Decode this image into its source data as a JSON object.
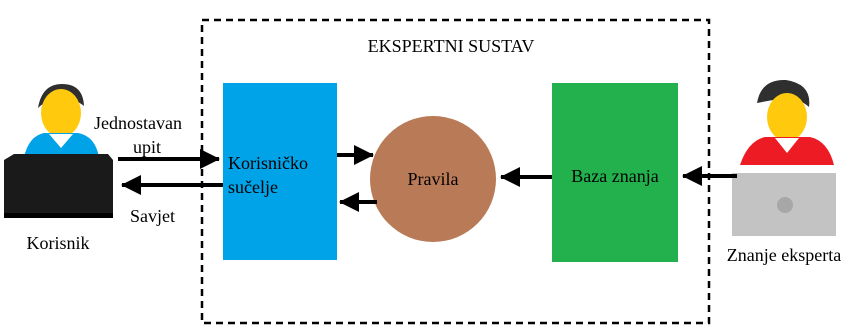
{
  "title": "EKSPERTNI SUSTAV",
  "user": {
    "label": "Korisnik",
    "query_line1": "Jednostavan",
    "query_line2": "upit",
    "advice_label": "Savjet"
  },
  "interface": {
    "line1": "Korisničko",
    "line2": "sučelje"
  },
  "rules": {
    "label": "Pravila"
  },
  "knowledge_base": {
    "label": "Baza znanja"
  },
  "expert": {
    "label": "Znanje eksperta"
  },
  "colors": {
    "interface": "#00A2E8",
    "rules": "#B97A57",
    "knowledge_base": "#22B14C",
    "user_laptop": "#1A1A1A",
    "expert_laptop": "#C3C3C3",
    "user_shirt": "#00A2E8",
    "expert_shirt": "#ED1C24",
    "hair": "#2F2F2F",
    "skin": "#FFC90E",
    "border": "#000000"
  }
}
